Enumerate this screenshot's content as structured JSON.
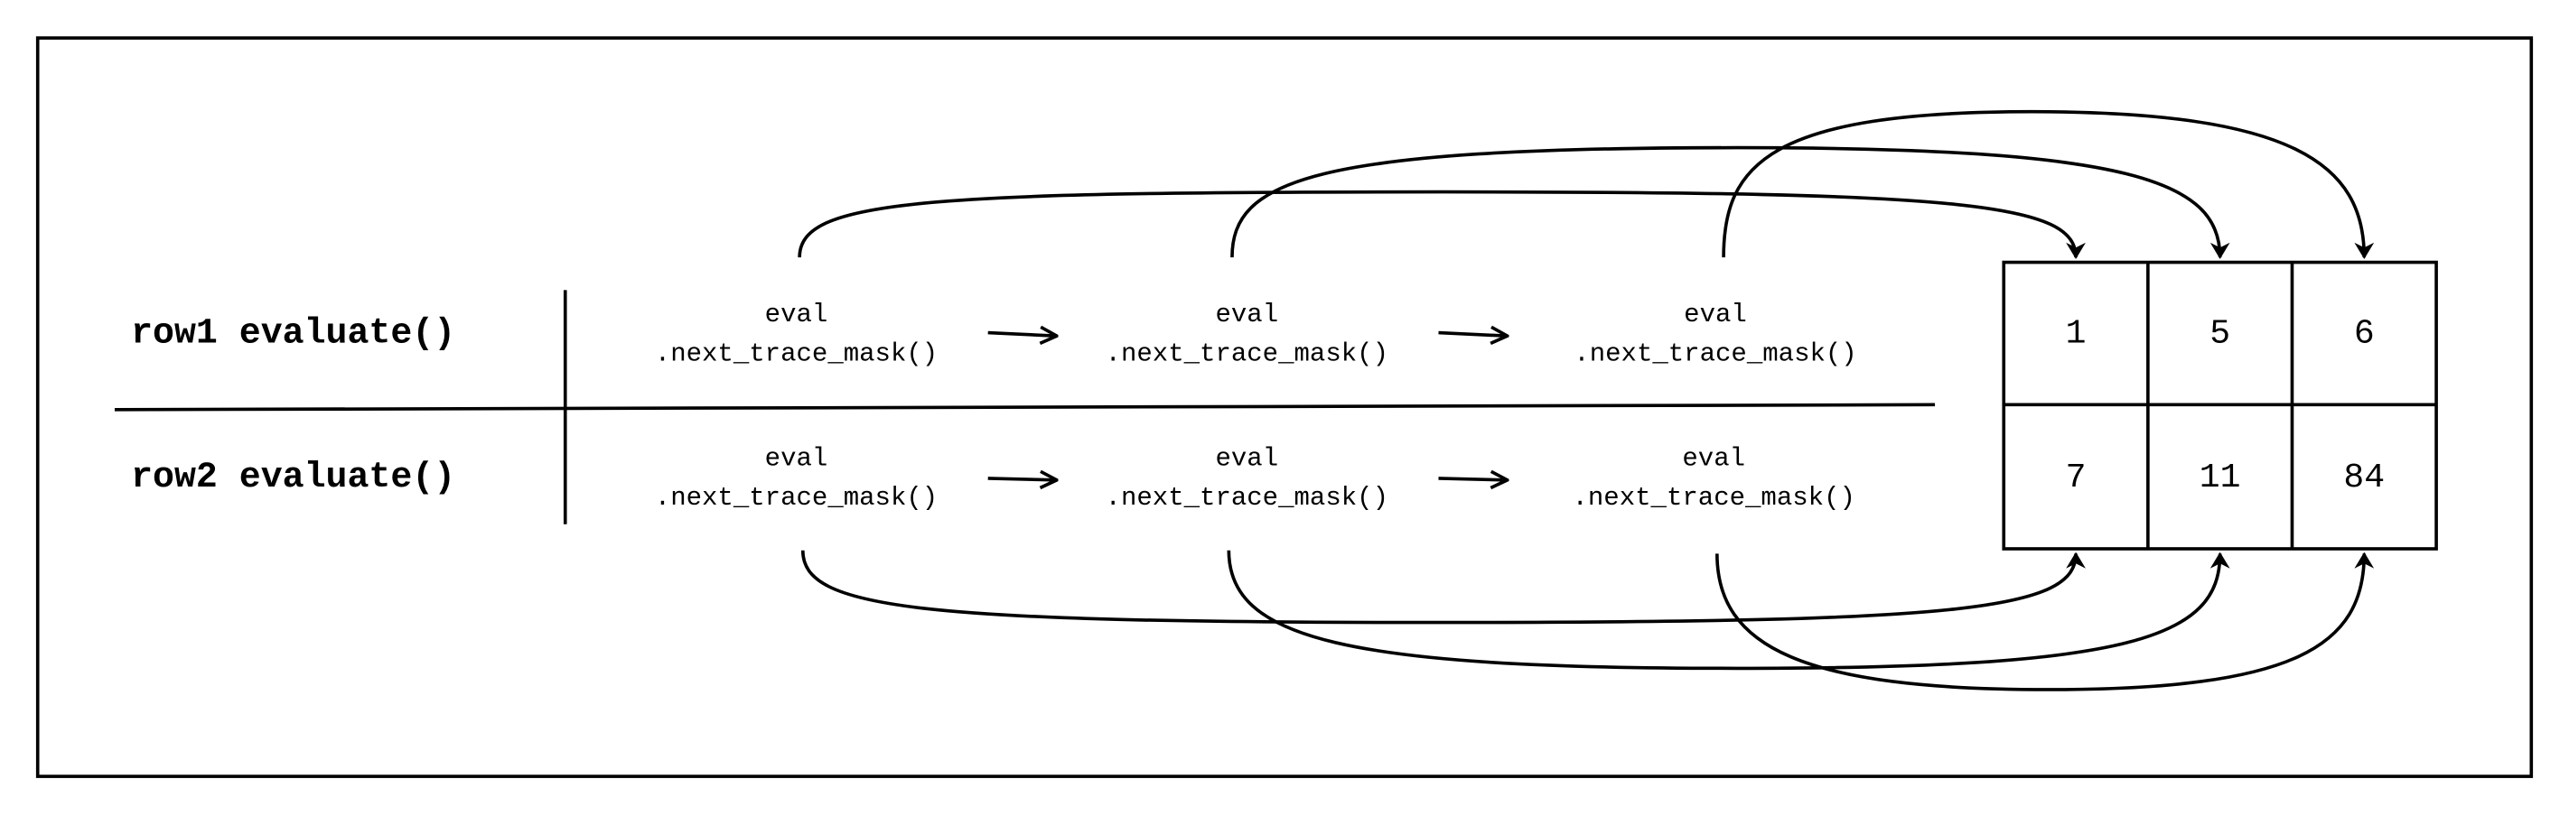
{
  "rows": [
    {
      "label": "row1 evaluate()",
      "steps": [
        {
          "line1": "eval",
          "line2": ".next_trace_mask()"
        },
        {
          "line1": "eval",
          "line2": ".next_trace_mask()"
        },
        {
          "line1": "eval",
          "line2": ".next_trace_mask()"
        }
      ]
    },
    {
      "label": "row2 evaluate()",
      "steps": [
        {
          "line1": "eval",
          "line2": ".next_trace_mask()"
        },
        {
          "line1": "eval",
          "line2": ".next_trace_mask()"
        },
        {
          "line1": "eval",
          "line2": ".next_trace_mask()"
        }
      ]
    }
  ],
  "grid": [
    [
      "1",
      "5",
      "6"
    ],
    [
      "7",
      "11",
      "84"
    ]
  ]
}
